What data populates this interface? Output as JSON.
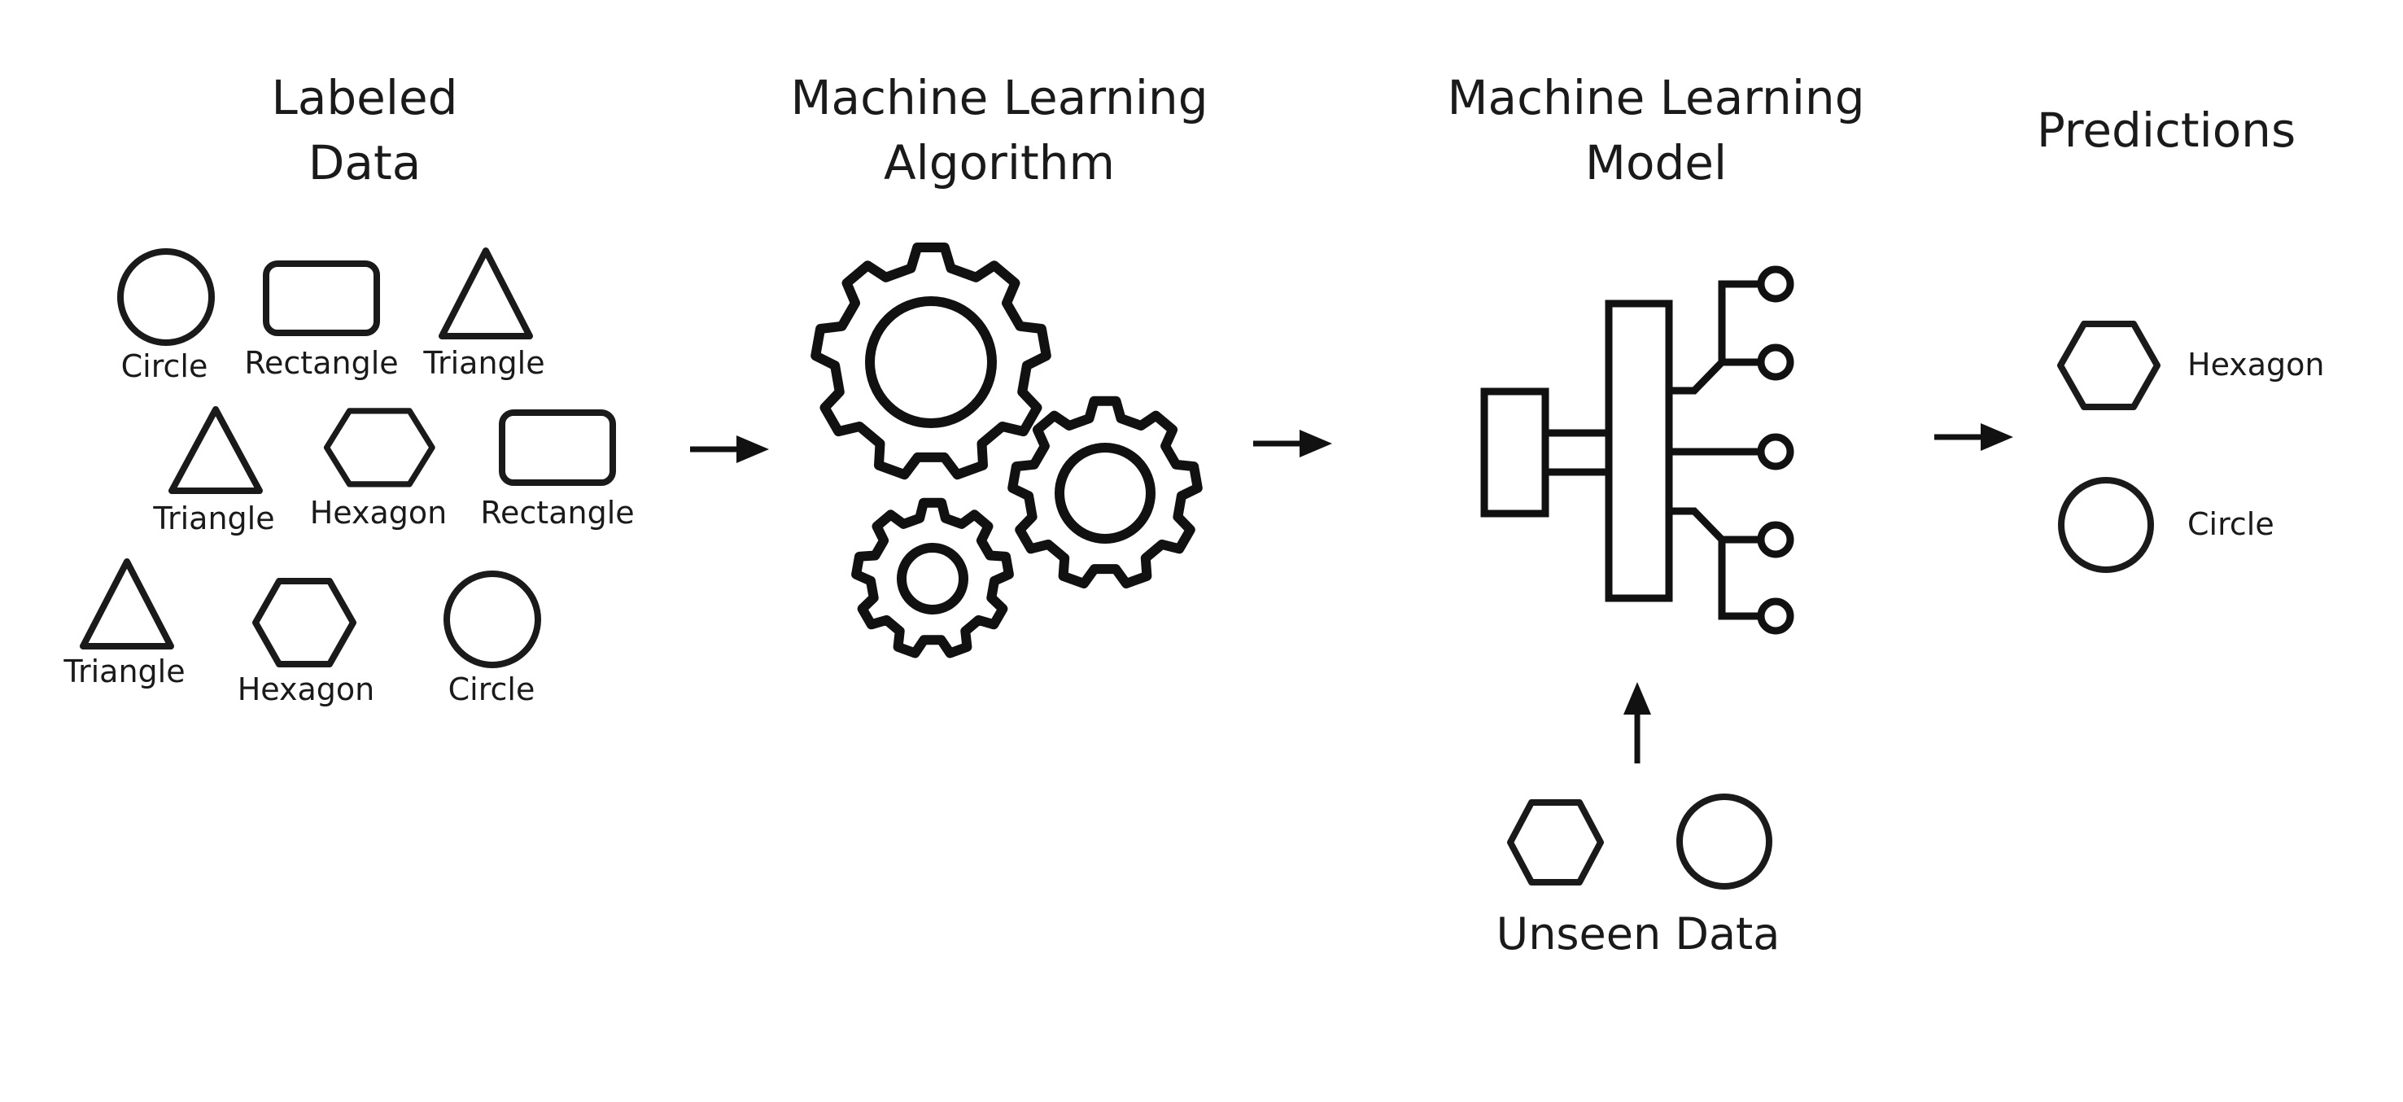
{
  "stages": {
    "labeled_data": {
      "title_line1": "Labeled",
      "title_line2": "Data"
    },
    "algorithm": {
      "title_line1": "Machine Learning",
      "title_line2": "Algorithm"
    },
    "model": {
      "title_line1": "Machine Learning",
      "title_line2": "Model"
    },
    "predictions": {
      "title": "Predictions"
    }
  },
  "labeled_shapes": [
    {
      "shape": "circle",
      "label": "Circle"
    },
    {
      "shape": "rectangle",
      "label": "Rectangle"
    },
    {
      "shape": "triangle",
      "label": "Triangle"
    },
    {
      "shape": "triangle",
      "label": "Triangle"
    },
    {
      "shape": "hexagon",
      "label": "Hexagon"
    },
    {
      "shape": "rectangle",
      "label": "Rectangle"
    },
    {
      "shape": "triangle",
      "label": "Triangle"
    },
    {
      "shape": "hexagon",
      "label": "Hexagon"
    },
    {
      "shape": "circle",
      "label": "Circle"
    }
  ],
  "predictions": [
    {
      "shape": "hexagon",
      "label": "Hexagon"
    },
    {
      "shape": "circle",
      "label": "Circle"
    }
  ],
  "unseen_data": {
    "label": "Unseen Data",
    "shapes": [
      "hexagon",
      "circle"
    ]
  },
  "icons": {
    "algorithm": "gears-icon",
    "model": "network-model-icon",
    "flow": "right-arrow-icon",
    "input": "up-arrow-icon"
  },
  "colors": {
    "ink": "#1a1a1a",
    "background": "#ffffff"
  }
}
